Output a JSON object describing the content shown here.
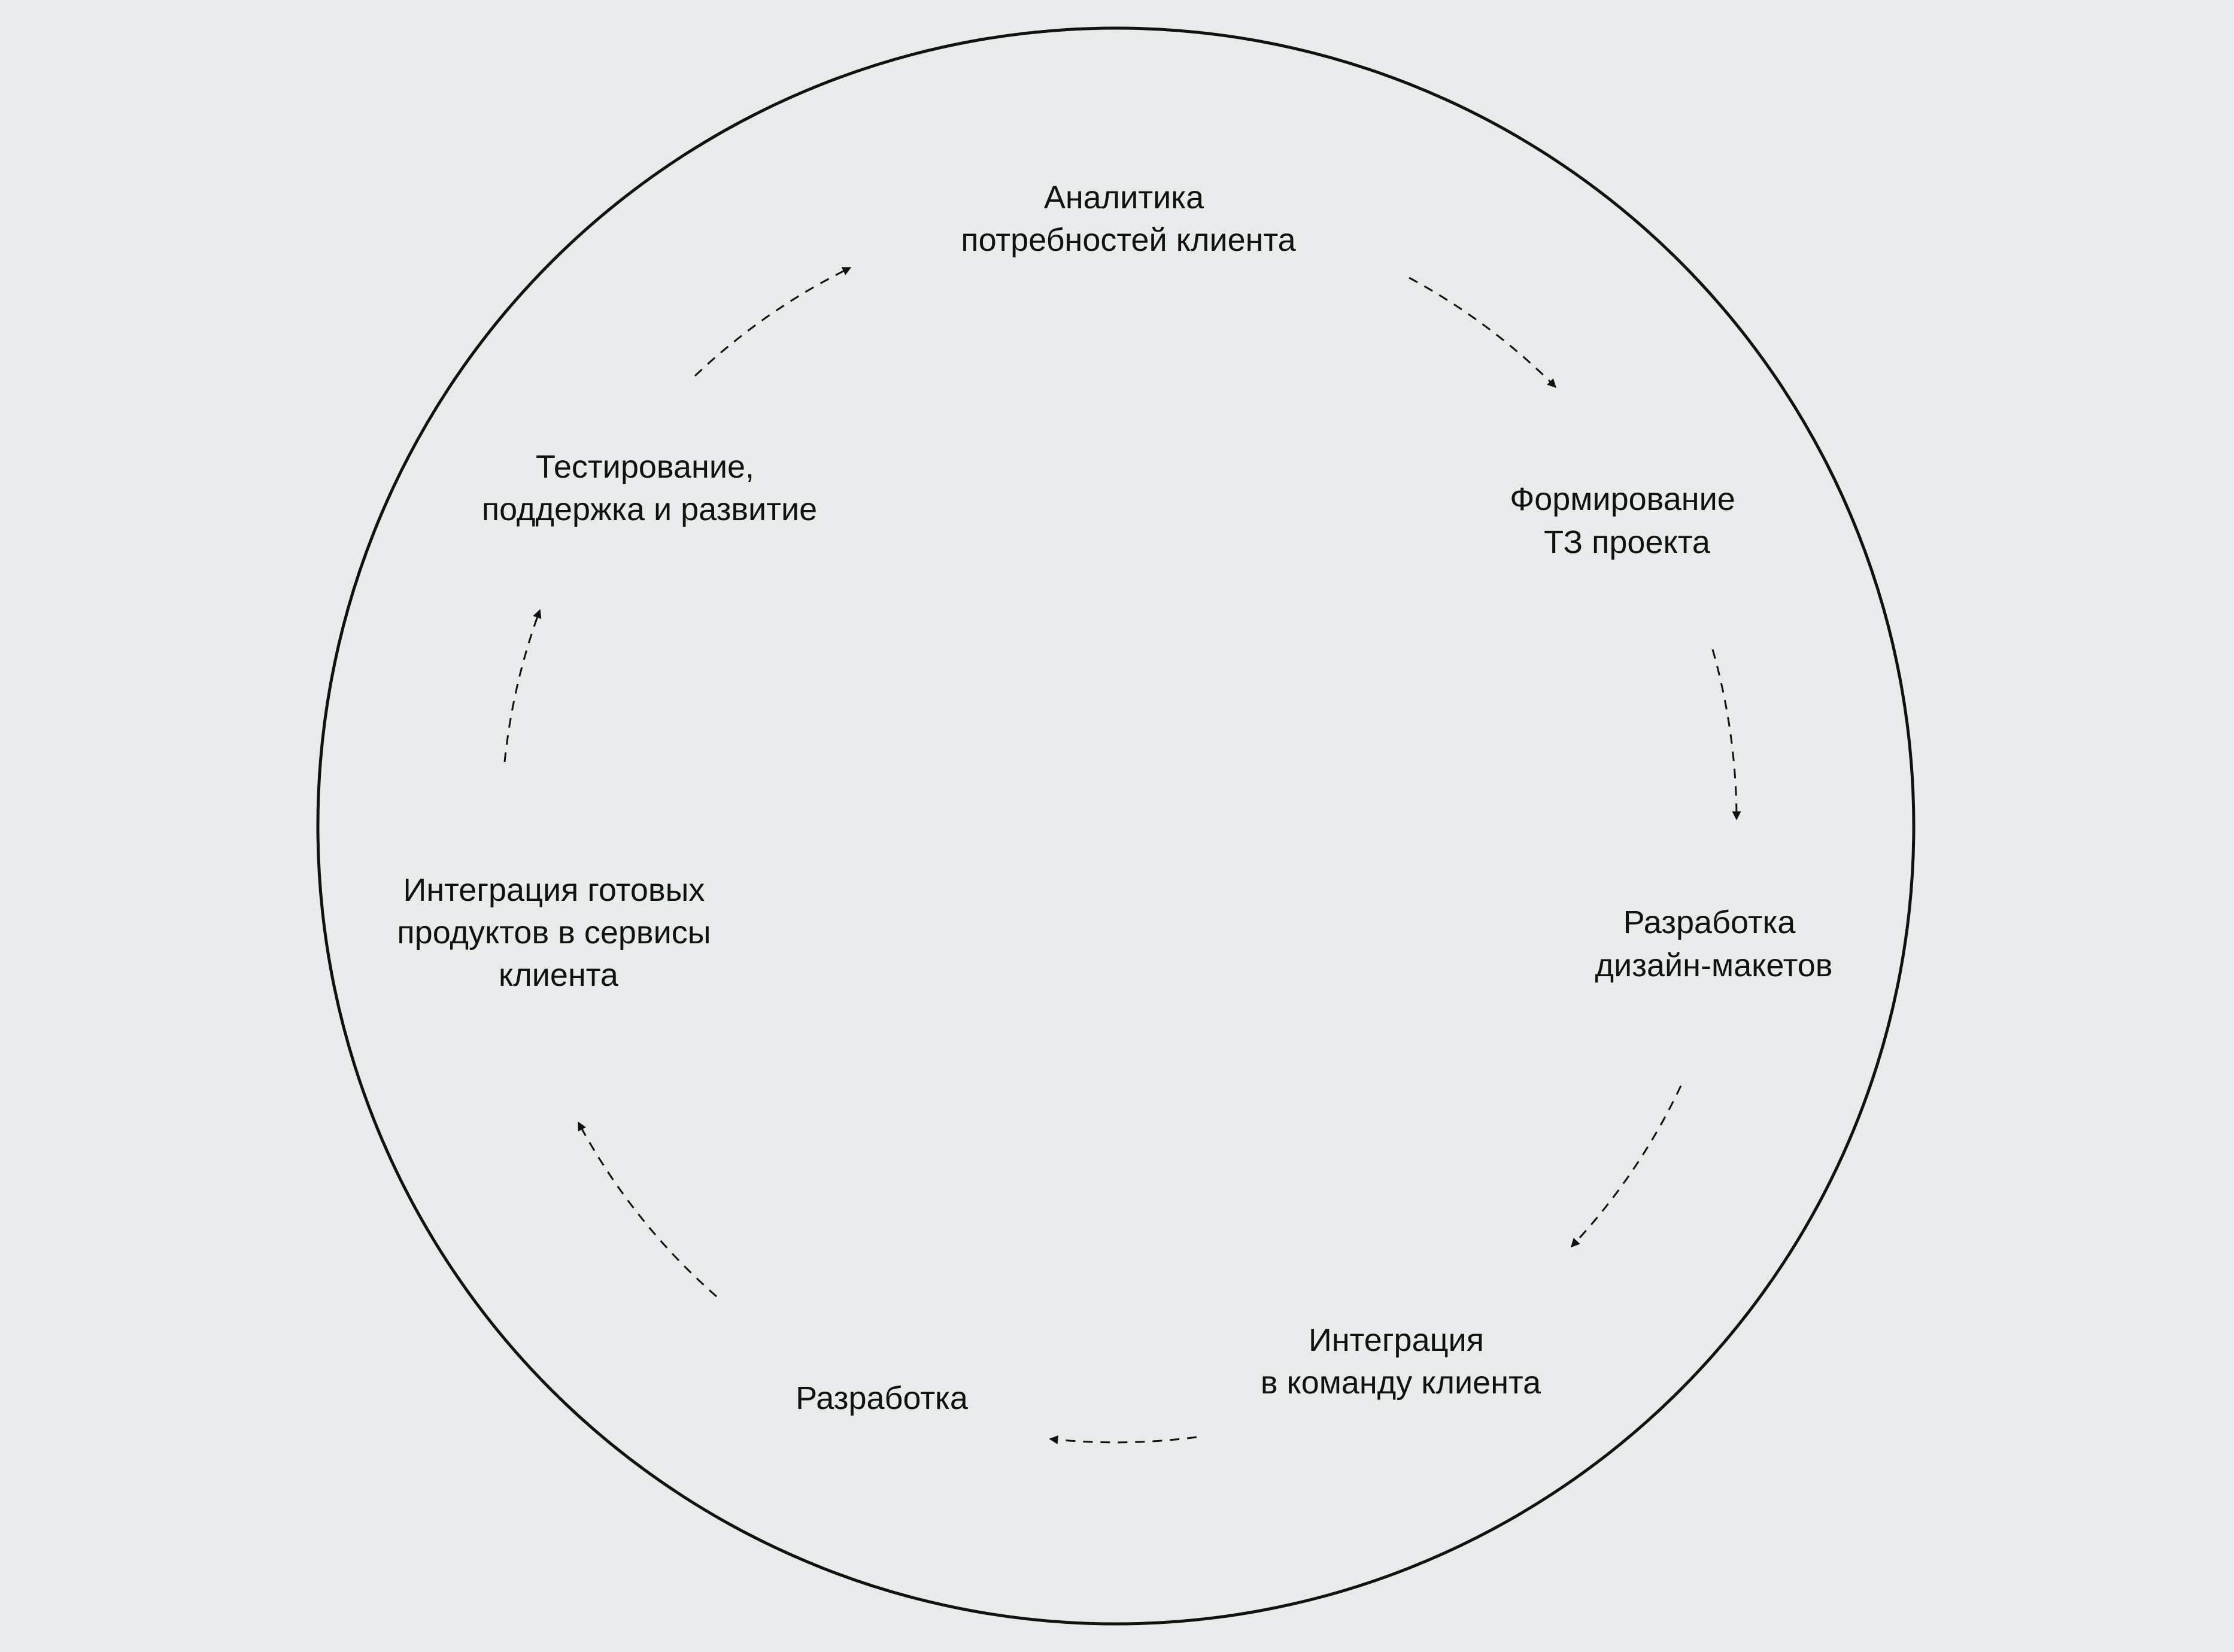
{
  "title": "Process cycle",
  "colors": {
    "background": "#e7ebeb",
    "stroke": "#111111"
  },
  "steps": [
    {
      "lines": [
        "Аналитика",
        "потребностей клиента"
      ]
    },
    {
      "lines": [
        "Формирование",
        "ТЗ проекта"
      ]
    },
    {
      "lines": [
        "Разработка",
        "дизайн-макетов"
      ]
    },
    {
      "lines": [
        "Интеграция",
        "в команду клиента"
      ]
    },
    {
      "lines": [
        "Разработка"
      ]
    },
    {
      "lines": [
        "Интеграция готовых",
        "продуктов в сервисы",
        "клиента"
      ]
    },
    {
      "lines": [
        "Тестирование,",
        "поддержка и развитие"
      ]
    }
  ]
}
